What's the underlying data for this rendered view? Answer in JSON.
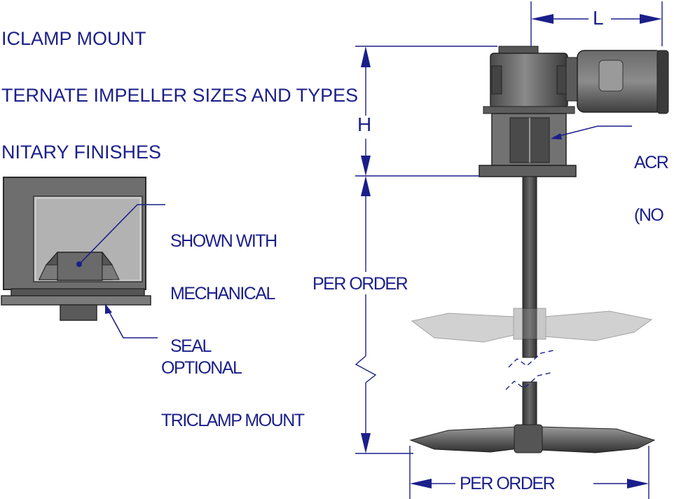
{
  "notes": {
    "lines": [
      "ICLAMP MOUNT",
      "TERNATE IMPELLER SIZES AND TYPES",
      "NITARY FINISHES"
    ]
  },
  "callouts": {
    "seal": [
      "SHOWN WITH",
      "MECHANICAL",
      "SEAL"
    ],
    "triclamp": [
      "OPTIONAL",
      "TRICLAMP MOUNT"
    ],
    "coupling": [
      "ACR",
      "(NO"
    ]
  },
  "dimensions": {
    "length": "L",
    "height": "H",
    "shaft_length": "PER ORDER",
    "impeller_diameter": "PER ORDER"
  },
  "colors": {
    "line": "#1b1f8a",
    "metal_dark": "#3d3d3d",
    "metal_mid": "#5e5e5e",
    "metal_light": "#8a8a8a"
  }
}
